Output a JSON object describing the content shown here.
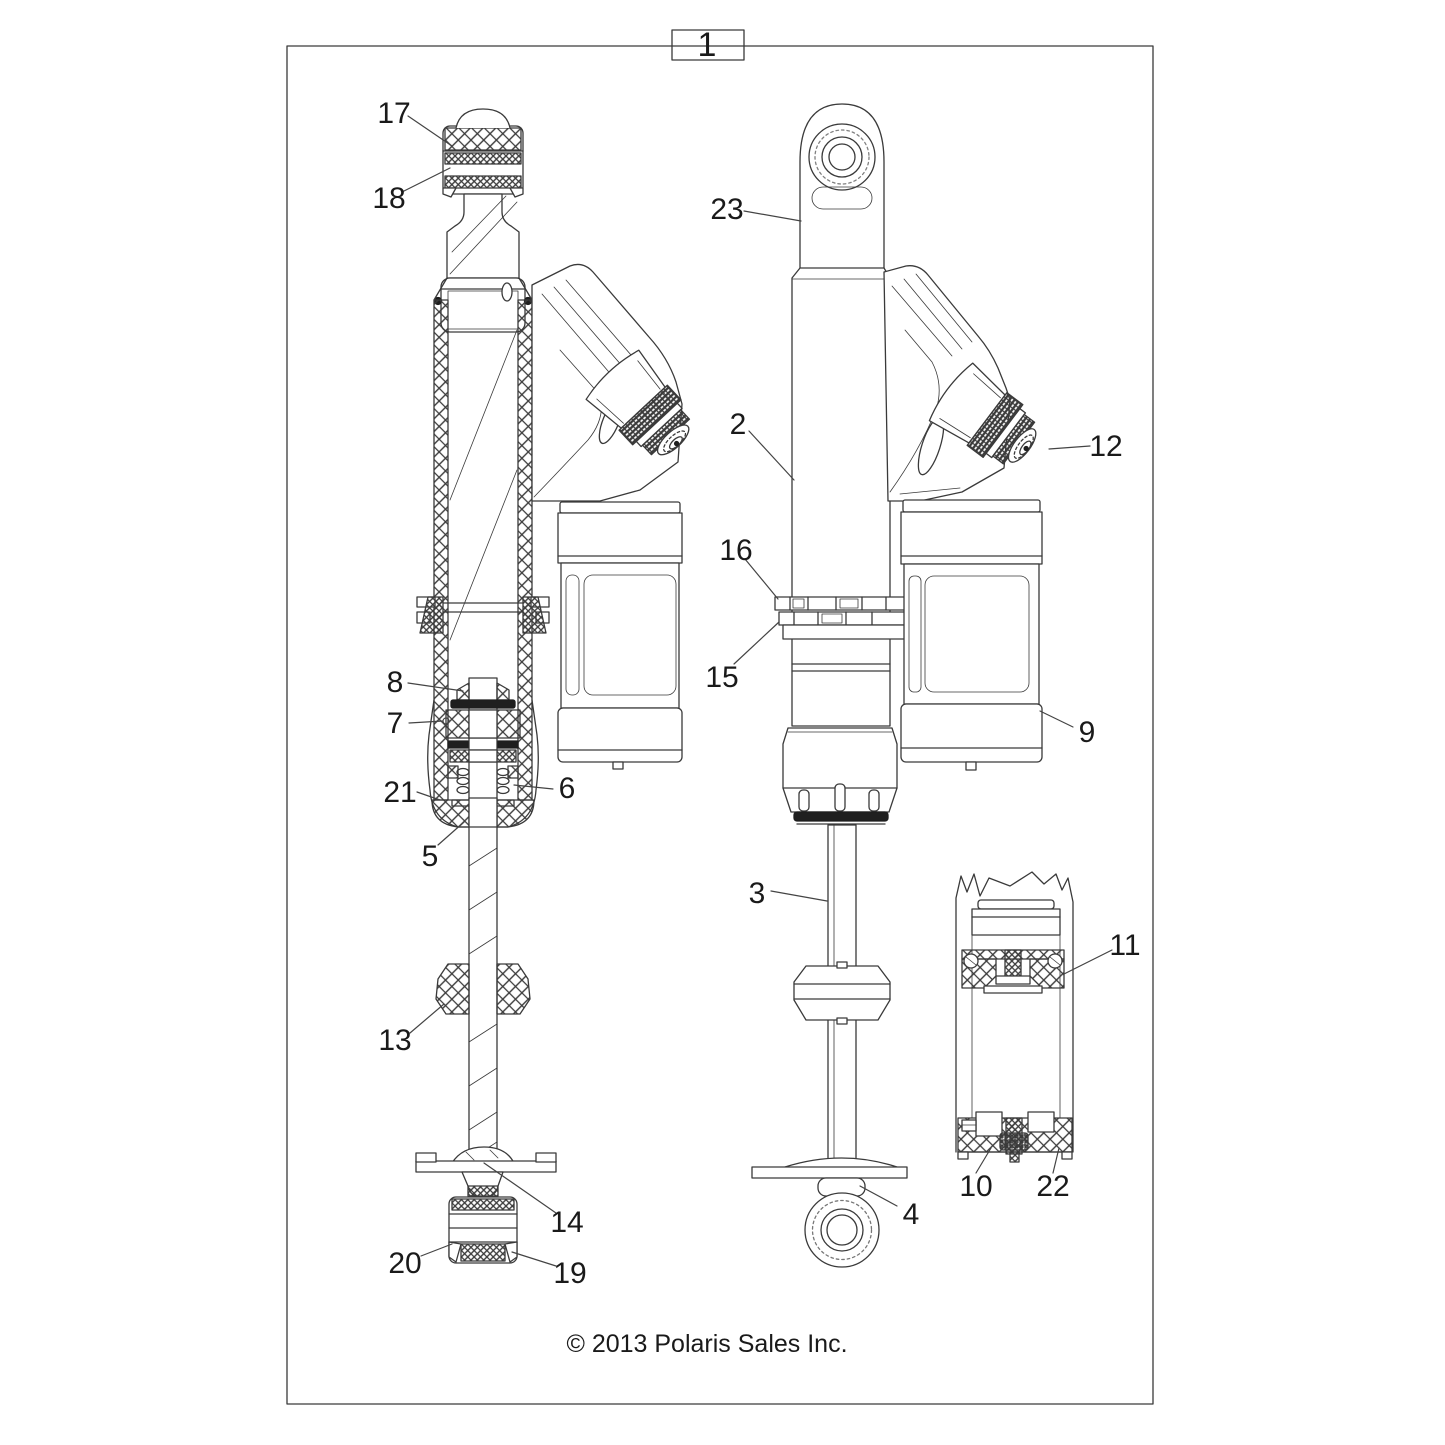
{
  "figure": {
    "callouts": {
      "c1": "1",
      "c2": "2",
      "c3": "3",
      "c4": "4",
      "c5": "5",
      "c6": "6",
      "c7": "7",
      "c8": "8",
      "c9": "9",
      "c10": "10",
      "c11": "11",
      "c12": "12",
      "c13": "13",
      "c14": "14",
      "c15": "15",
      "c16": "16",
      "c17": "17",
      "c18": "18",
      "c19": "19",
      "c20": "20",
      "c21": "21",
      "c22": "22",
      "c23": "23"
    },
    "copyright": "© 2013 Polaris Sales Inc.",
    "colors": {
      "line": "#3a3a3a",
      "background": "#ffffff",
      "label": "#1a1a1a"
    }
  }
}
